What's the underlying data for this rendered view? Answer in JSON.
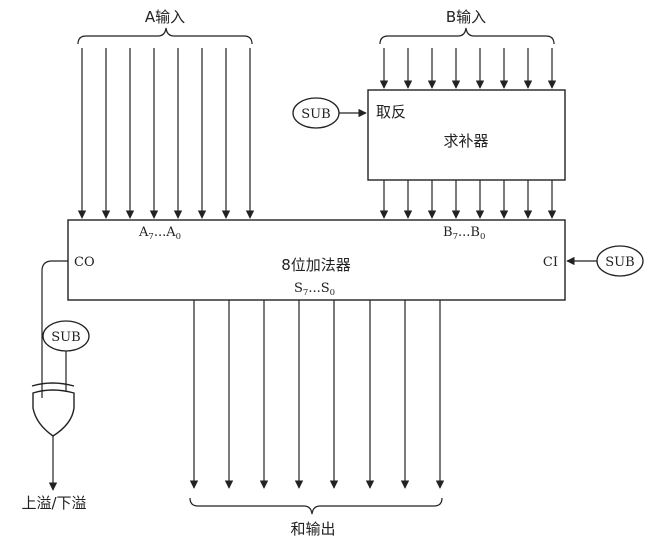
{
  "labels": {
    "a_input": "A输入",
    "b_input": "B输入",
    "negate": "取反",
    "complementer": "求补器",
    "adder": "8位加法器",
    "a_bus": "A",
    "a_hi": "7",
    "a_dots": "...A",
    "a_lo": "0",
    "b_bus": "B",
    "b_hi": "7",
    "b_dots": "...B",
    "b_lo": "0",
    "s_bus": "S",
    "s_hi": "7",
    "s_dots": "...S",
    "s_lo": "0",
    "co": "CO",
    "ci": "CI",
    "sub_top": "SUB",
    "sub_right": "SUB",
    "sub_left": "SUB",
    "overflow": "上溢/下溢",
    "sum_output": "和输出"
  },
  "colors": {
    "ink": "#222222",
    "background": "#ffffff"
  }
}
